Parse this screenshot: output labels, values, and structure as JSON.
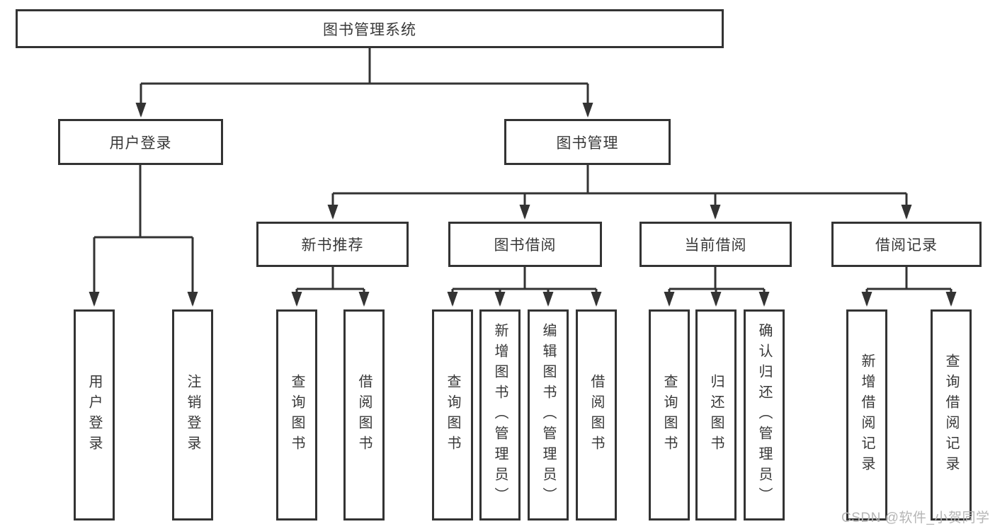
{
  "diagram": {
    "title": {
      "label": "图书管理系统"
    },
    "level1": [
      {
        "label": "用户登录",
        "children": [
          {
            "label": "用户登录"
          },
          {
            "label": "注销登录"
          }
        ]
      },
      {
        "label": "图书管理",
        "children": [
          {
            "label": "新书推荐",
            "children": [
              {
                "label": "查询图书"
              },
              {
                "label": "借阅图书"
              }
            ]
          },
          {
            "label": "图书借阅",
            "children": [
              {
                "label": "查询图书"
              },
              {
                "label": "新增图书（管理员）"
              },
              {
                "label": "编辑图书（管理员）"
              },
              {
                "label": "借阅图书"
              }
            ]
          },
          {
            "label": "当前借阅",
            "children": [
              {
                "label": "查询图书"
              },
              {
                "label": "归还图书"
              },
              {
                "label": "确认归还（管理员）"
              }
            ]
          },
          {
            "label": "借阅记录",
            "children": [
              {
                "label": "新增借阅记录"
              },
              {
                "label": "查询借阅记录"
              }
            ]
          }
        ]
      }
    ]
  },
  "watermark": {
    "text": "CSDN @软件_小贺同学"
  },
  "colors": {
    "line": "#333333",
    "box_border": "#333333",
    "text": "#383838",
    "watermark": "#b5b5b5",
    "background": "#ffffff"
  }
}
